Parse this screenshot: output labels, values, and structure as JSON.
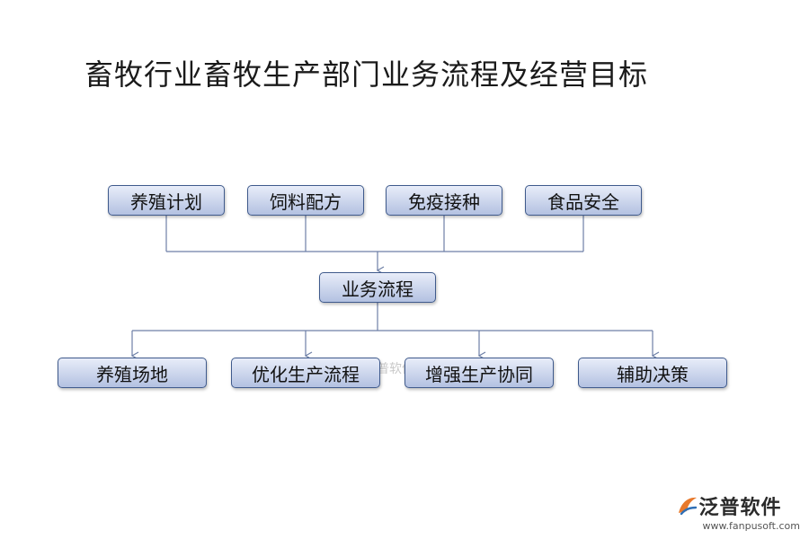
{
  "title": "畜牧行业畜牧生产部门业务流程及经营目标",
  "top_nodes": [
    "养殖计划",
    "饲料配方",
    "免疫接种",
    "食品安全"
  ],
  "center_node": "业务流程",
  "bottom_nodes": [
    "养殖场地",
    "优化生产流程",
    "增强生产协同",
    "辅助决策"
  ],
  "watermark": "泛普软件",
  "logo": {
    "name": "泛普软件",
    "url": "www.fanpusoft.com"
  },
  "colors": {
    "box_border": "#3f5a8c",
    "box_fill_top": "#e8edf9",
    "box_fill_bottom": "#b3c1e1",
    "connector": "#6d7fa6"
  }
}
